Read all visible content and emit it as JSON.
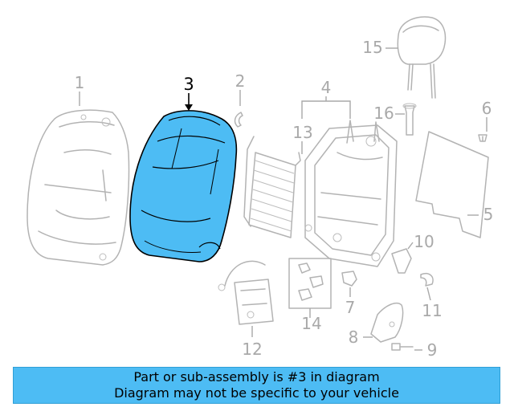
{
  "callouts": {
    "c1": "1",
    "c2": "2",
    "c3": "3",
    "c4": "4",
    "c5": "5",
    "c6": "6",
    "c7": "7",
    "c8": "8",
    "c9": "9",
    "c10": "10",
    "c11": "11",
    "c12": "12",
    "c13": "13",
    "c14": "14",
    "c15": "15",
    "c16": "16"
  },
  "highlight": {
    "part_number": "3",
    "color": "#4dbcf4"
  },
  "banner": {
    "line1": "Part or sub-assembly is #3 in diagram",
    "line2": "Diagram may not be specific to your vehicle"
  }
}
